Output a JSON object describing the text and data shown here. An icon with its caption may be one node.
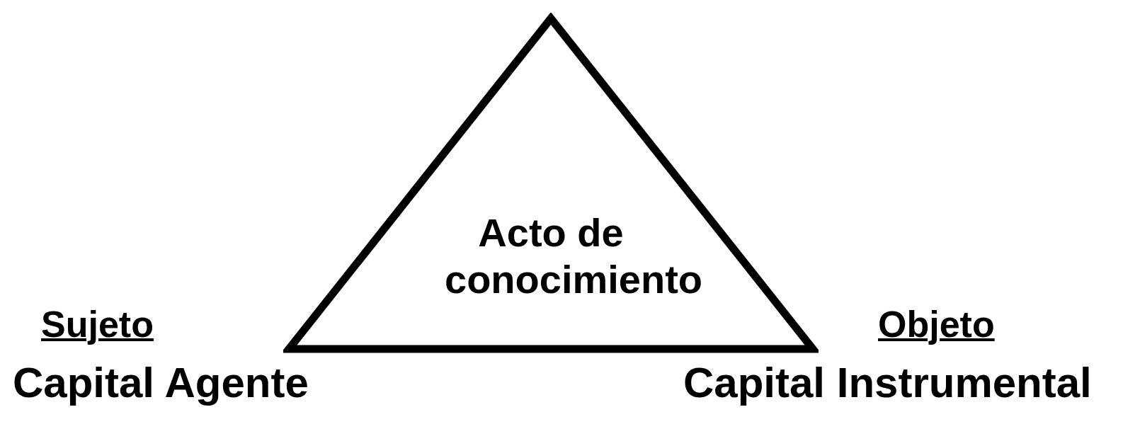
{
  "diagram": {
    "nodes": [
      {
        "text": [
          "Acto de conocimiento"
        ]
      }
    ],
    "labels": [
      "Sujeto",
      "Capital Agente",
      "Objeto",
      "Capital Instrumental"
    ]
  }
}
